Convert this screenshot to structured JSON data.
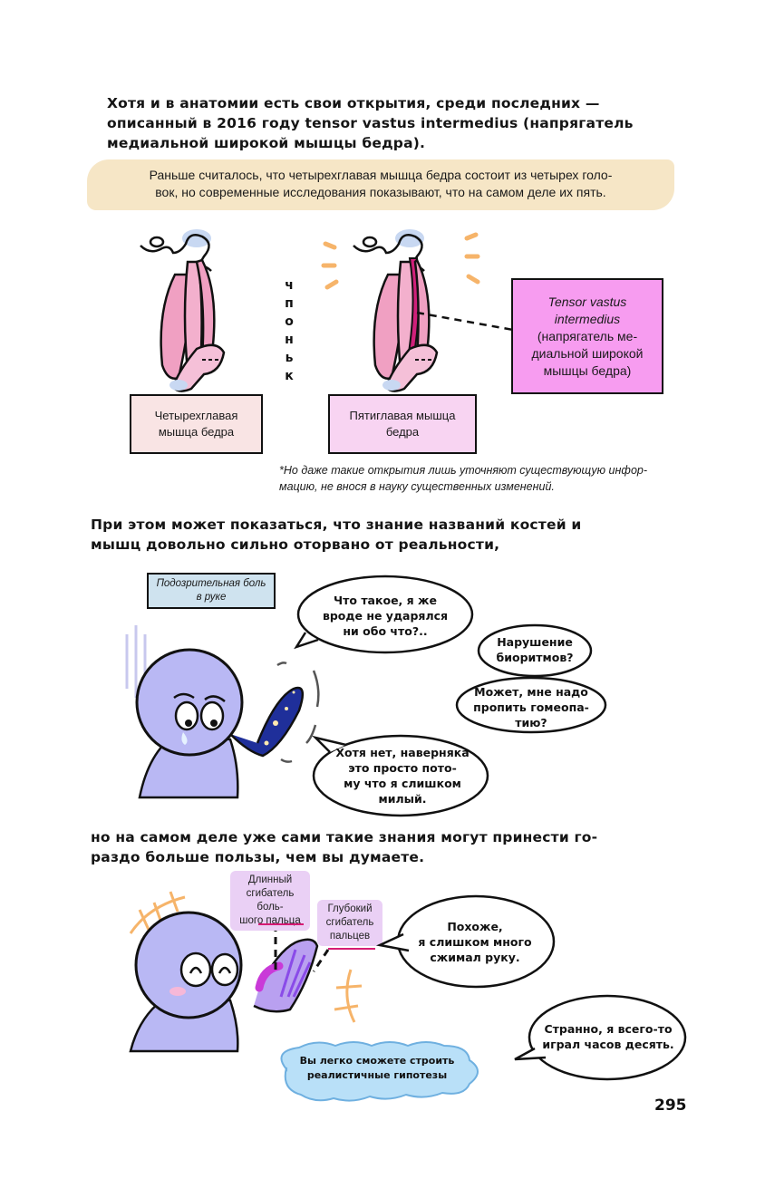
{
  "intro": {
    "line1": "Хотя и в анатомии есть свои открытия, среди последних —",
    "line2": "описанный в 2016 году tensor vastus intermedius (напрягатель",
    "line3": "медиальной широкой мышцы бедра)."
  },
  "banner": {
    "line1": "Раньше считалось, что четырехглавая мышца бедра состоит из четырех голо-",
    "line2": "вок, но современные исследования показывают, что на самом деле их пять."
  },
  "muscles": {
    "left_label_1": "Четырехглавая",
    "left_label_2": "мышца бедра",
    "right_label_1": "Пятиглавая мышца",
    "right_label_2": "бедра",
    "vertical_word": [
      "ч",
      "п",
      "о",
      "н",
      "ь",
      "к"
    ],
    "callout": {
      "line1": "Tensor vastus",
      "line2": "intermedius",
      "line3": "(напрягатель ме-",
      "line4": "диальной широкой",
      "line5": "мышцы бедра)"
    },
    "footnote_1": "*Но даже такие открытия лишь уточняют существующую инфор-",
    "footnote_2": "мацию, не внося в науку существенных изменений."
  },
  "para2": {
    "line1": "При этом может показаться, что знание названий костей и",
    "line2": "мышц довольно сильно оторвано от реальности,"
  },
  "panel1": {
    "caption_1": "Подозрительная боль",
    "caption_2": "в руке",
    "bubble1": [
      "Что такое, я же",
      "вроде не ударялся",
      "ни обо что?.."
    ],
    "bubble2": [
      "Нарушение",
      "биоритмов?"
    ],
    "bubble3": [
      "Может, мне надо",
      "пропить гомеопа-",
      "тию?"
    ],
    "bubble4": [
      "Хотя нет, наверняка",
      "это просто пото-",
      "му что я слишком",
      "милый."
    ]
  },
  "para3": {
    "line1": "но на самом деле уже сами такие знания могут принести го-",
    "line2": "раздо больше пользы, чем вы думаете."
  },
  "panel2": {
    "tag1": [
      "Длинный",
      "сгибатель боль-",
      "шого пальца"
    ],
    "tag2": [
      "Глубокий",
      "сгибатель",
      "пальцев"
    ],
    "bubble1": [
      "Похоже,",
      "я слишком много",
      "сжимал руку."
    ],
    "bubble2": [
      "Странно, я всего-то",
      "играл часов десять."
    ],
    "cloud": [
      "Вы легко сможете строить",
      "реалистичные гипотезы"
    ]
  },
  "page_number": "295",
  "colors": {
    "banner": "#f6e6c6",
    "left_box": "#f9e4e4",
    "right_box": "#f8d4f2",
    "callout_box": "#f79cf0",
    "caption_box": "#cfe3ef",
    "character": "#b9b8f4",
    "muscle": "#f0a0c2",
    "accent_orange": "#f6b46a",
    "cloud": "#b9e0f8",
    "tag": "#ead0f5",
    "underline": "#d61b74"
  }
}
